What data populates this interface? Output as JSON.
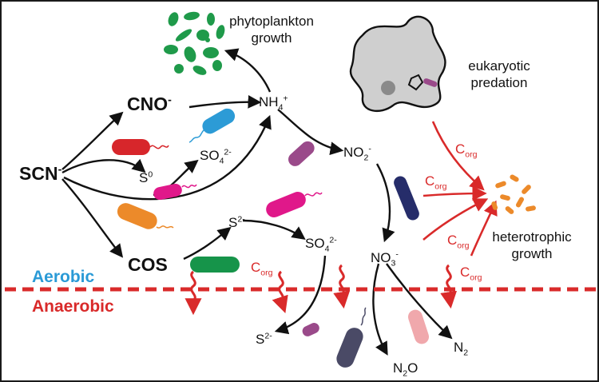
{
  "species": {
    "scn": {
      "base": "SCN",
      "sup": "-"
    },
    "cno": {
      "base": "CNO",
      "sup": "-"
    },
    "cos": {
      "base": "COS"
    },
    "nh4": {
      "base": "NH",
      "sub": "4",
      "sup": "+"
    },
    "s0": {
      "base": "S",
      "sup": "0"
    },
    "so4_top": {
      "base": "SO",
      "sub": "4",
      "sup": "2-"
    },
    "s2_mid": {
      "base": "S",
      "sup": "2-"
    },
    "so4_mid": {
      "base": "SO",
      "sub": "4",
      "sup": "2-"
    },
    "s2_low": {
      "base": "S",
      "sup": "2-"
    },
    "no2": {
      "base": "NO",
      "sub": "2",
      "sup": "-"
    },
    "no3": {
      "base": "NO",
      "sub": "3",
      "sup": "-"
    },
    "n2o": {
      "base": "N",
      "sub": "2",
      "tail": "O"
    },
    "n2": {
      "base": "N",
      "sub": "2"
    }
  },
  "captions": {
    "phyto_line1": "phytoplankton",
    "phyto_line2": "growth",
    "euk_line1": "eukaryotic",
    "euk_line2": "predation",
    "het_line1": "heterotrophic",
    "het_line2": "growth"
  },
  "zones": {
    "aerobic": "Aerobic",
    "anaerobic": "Anaerobic"
  },
  "corg": {
    "base": "C",
    "sub": "org"
  },
  "colors": {
    "aerobic": "#2a9ad6",
    "anaerobic": "#d92a2a",
    "corg_arrow": "#d92a2a",
    "cell_red": "#d7262b",
    "cell_blue": "#2c9bd6",
    "cell_magenta": "#e0188a",
    "cell_orange": "#ec8a2a",
    "cell_purple": "#9a4a8a",
    "cell_navy": "#262d6a",
    "cell_green": "#16944a",
    "cell_pink": "#f0a8ac",
    "cell_slate": "#4a4a66",
    "phytoplankton": "#1f9a4a",
    "amoeba": "#cfcfcf"
  }
}
